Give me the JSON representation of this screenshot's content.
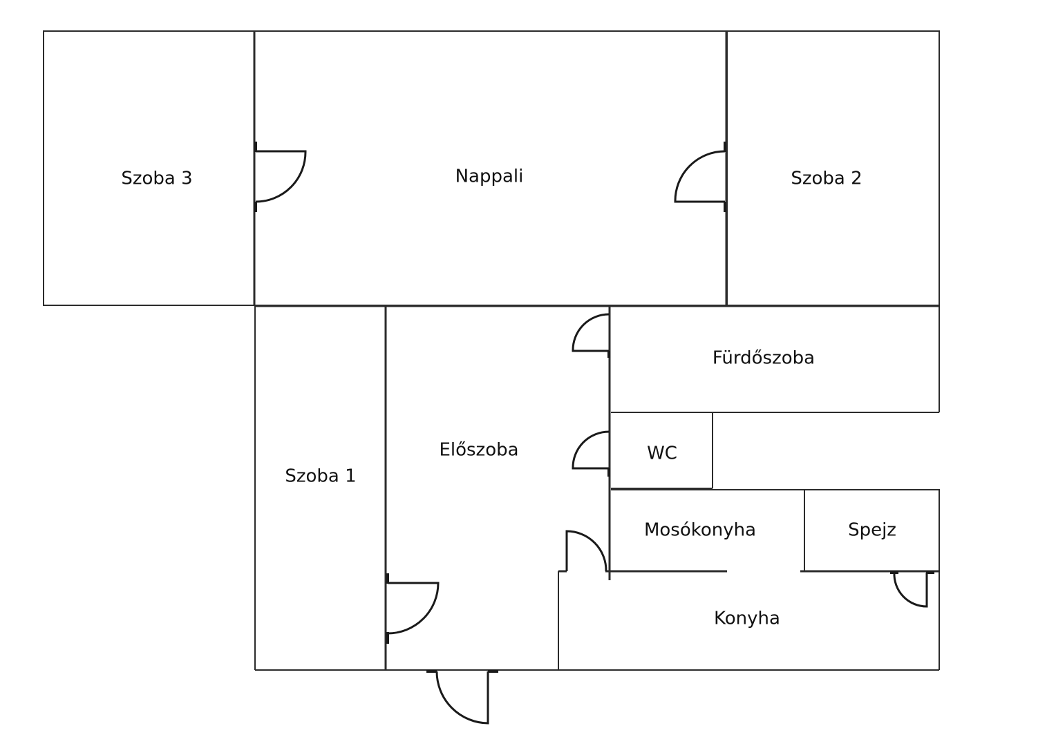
{
  "plan": {
    "rooms": [
      {
        "id": "szoba3",
        "label": "Szoba 3"
      },
      {
        "id": "nappali",
        "label": "Nappali"
      },
      {
        "id": "szoba2",
        "label": "Szoba 2"
      },
      {
        "id": "szoba1",
        "label": "Szoba 1"
      },
      {
        "id": "eloszoba",
        "label": "Előszoba"
      },
      {
        "id": "furdoszoba",
        "label": "Fürdőszoba"
      },
      {
        "id": "wc",
        "label": "WC"
      },
      {
        "id": "mosokonyha",
        "label": "Mosókonyha"
      },
      {
        "id": "spejz",
        "label": "Spejz"
      },
      {
        "id": "konyha",
        "label": "Konyha"
      }
    ],
    "colors": {
      "wall": "#2b2b2b",
      "background": "#ffffff"
    }
  }
}
